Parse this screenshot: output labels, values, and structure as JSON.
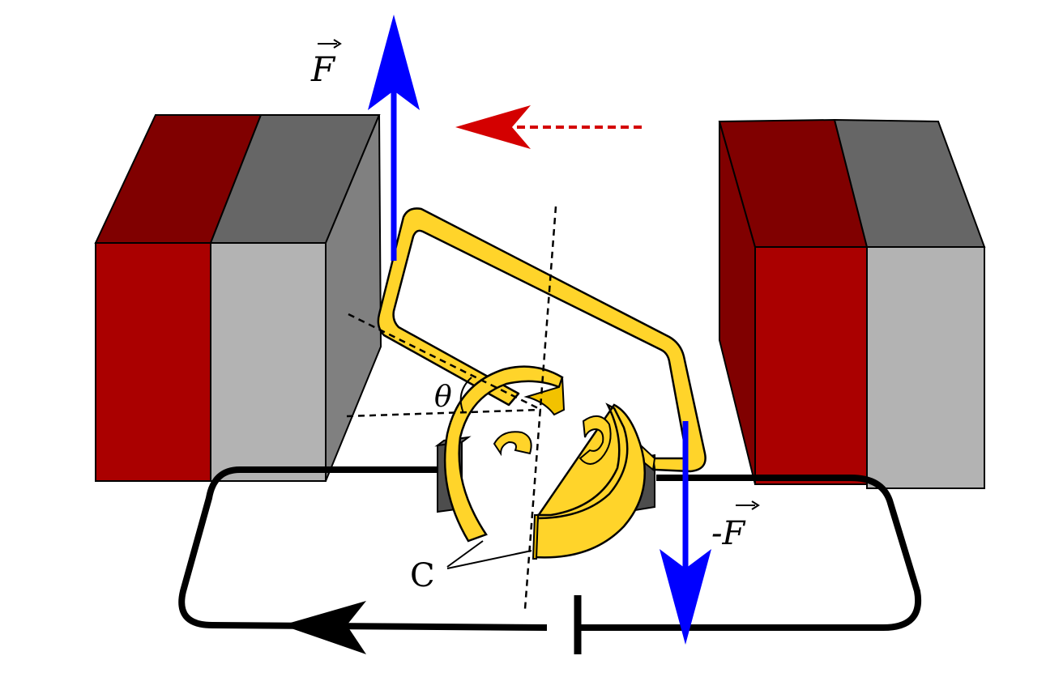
{
  "labels": {
    "force_top": "F",
    "force_bottom": "-F",
    "angle": "θ",
    "commutator": "C"
  },
  "colors": {
    "magnet_dark_red": "#800000",
    "magnet_red": "#aa0000",
    "magnet_dark_grey": "#666666",
    "magnet_grey": "#808080",
    "magnet_light_grey": "#b3b3b3",
    "coil_gold": "#ffd42a",
    "force_arrow": "#0000ff",
    "field_arrow": "#d40000",
    "circuit": "#000000",
    "brush": "#4d4d4d"
  }
}
